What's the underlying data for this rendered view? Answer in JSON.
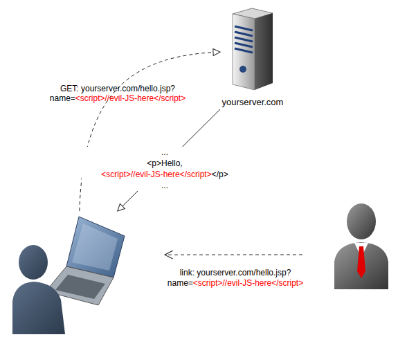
{
  "diagram": {
    "nodes": [
      {
        "text": [
          "yourserver.com"
        ]
      },
      {
        "text": []
      },
      {
        "text": []
      }
    ],
    "edges": [
      {
        "from": 1,
        "to": 0,
        "arrow": "to",
        "label": "GET: yourserver.com/hello.jsp?"
      },
      {
        "from": 0,
        "to": 1,
        "arrow": "to"
      },
      {
        "from": 2,
        "to": 1,
        "arrow": "to",
        "label": "link: yourserver.com/hello.jsp?"
      }
    ],
    "labels": [
      "name=",
      "<script>//evil-JS-here</script>",
      "...",
      "<p>Hello,",
      "<script>//evil-JS-here</script>",
      "</p>",
      "...",
      "name=",
      "<script>//evil-JS-here</script>"
    ]
  }
}
